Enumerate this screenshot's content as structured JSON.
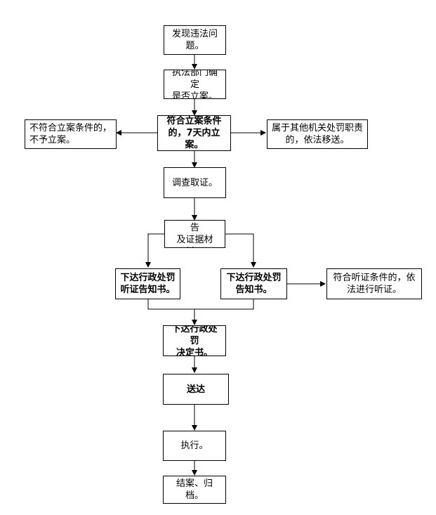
{
  "flowchart": {
    "nodes": {
      "discover": {
        "text": "发现违法问\n题。"
      },
      "decide": {
        "text": "执法部门确定\n是否立案。"
      },
      "meets": {
        "text": "符合立案条件\n的，7天内立\n案。"
      },
      "not_meet": {
        "text": "不符合立案条件的，\n不予立案。"
      },
      "other_agency": {
        "text": "属于其他机关处罚职责\n的，依法移送。"
      },
      "investigate": {
        "text": "调查取证。"
      },
      "review": {
        "text": "审查调查报告\n及证据材料。"
      },
      "hearing_notice": {
        "text": "下达行政处罚\n听证告知书。"
      },
      "penalty_notice": {
        "text": "下达行政处罚\n告知书。"
      },
      "hearing": {
        "text": "符合听证条件的，依\n法进行听证。"
      },
      "decision": {
        "text": "下达行政处罚\n决定书。"
      },
      "deliver": {
        "text": "送达"
      },
      "execute": {
        "text": "执行。"
      },
      "close": {
        "text": "结案、归档。"
      }
    },
    "colors": {
      "line": "#000000",
      "box_border": "#000000",
      "background": "#ffffff"
    }
  }
}
